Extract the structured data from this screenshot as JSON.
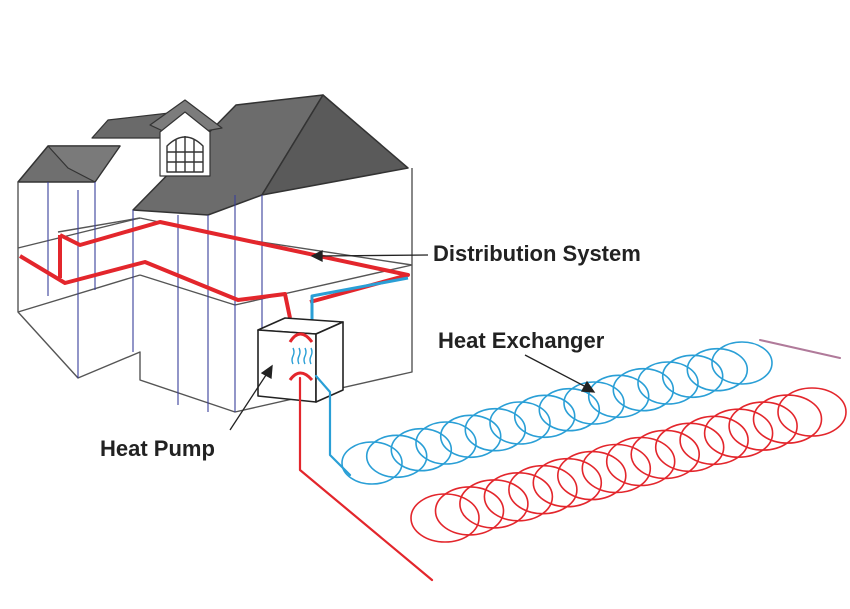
{
  "labels": {
    "distribution_system": "Distribution System",
    "heat_exchanger": "Heat Exchanger",
    "heat_pump": "Heat Pump"
  },
  "colors": {
    "roof": "#6f6f6f",
    "roof_dark": "#555555",
    "wall_line": "#555555",
    "edge_blue": "#3a3f9a",
    "hot_pipe": "#e3262c",
    "cold_pipe": "#2a9fd6",
    "pointer": "#222222"
  },
  "coils": {
    "cold_loops": 16,
    "hot_loops": 16
  }
}
